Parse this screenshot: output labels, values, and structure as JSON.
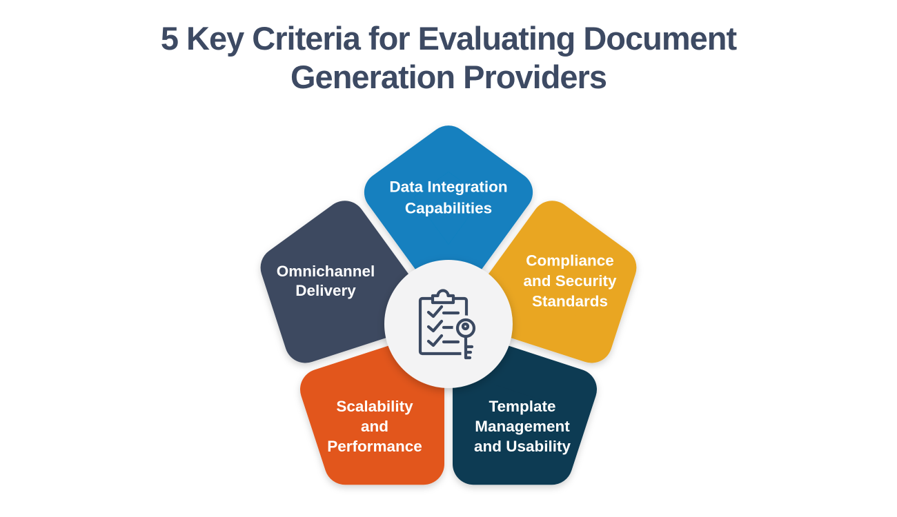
{
  "title": {
    "text": "5 Key Criteria for Evaluating Document Generation Providers",
    "lines": [
      "5 Key Criteria for Evaluating Document",
      "Generation Providers"
    ],
    "color": "#3d4a63"
  },
  "diagram": {
    "type": "pentagon-cycle",
    "center_icon": "clipboard-checklist-with-key",
    "background": "#ffffff",
    "center_circle_color": "#f3f3f4",
    "icon_stroke_color": "#3b4961",
    "segments": [
      {
        "id": "data-integration-capabilities",
        "position": "top",
        "color": "#1280bf",
        "text_color": "#ffffff",
        "label": "Data Integration Capabilities",
        "lines": [
          "Data Integration",
          "Capabilities"
        ]
      },
      {
        "id": "compliance-and-security-standards",
        "position": "right",
        "color": "#e9a621",
        "text_color": "#ffffff",
        "label": "Compliance and Security Standards",
        "lines": [
          "Compliance",
          "and Security",
          "Standards"
        ]
      },
      {
        "id": "template-management-and-usability",
        "position": "bottom-right",
        "color": "#0d3a52",
        "text_color": "#ffffff",
        "label": "Template Management and Usability",
        "lines": [
          "Template",
          "Management",
          "and Usability"
        ]
      },
      {
        "id": "scalability-and-performance",
        "position": "bottom-left",
        "color": "#e2571c",
        "text_color": "#ffffff",
        "label": "Scalability and Performance",
        "lines": [
          "Scalability",
          "and",
          "Performance"
        ]
      },
      {
        "id": "omnichannel-delivery",
        "position": "left",
        "color": "#3e4a60",
        "text_color": "#ffffff",
        "label": "Omnichannel Delivery",
        "lines": [
          "Omnichannel",
          "Delivery"
        ]
      }
    ]
  }
}
